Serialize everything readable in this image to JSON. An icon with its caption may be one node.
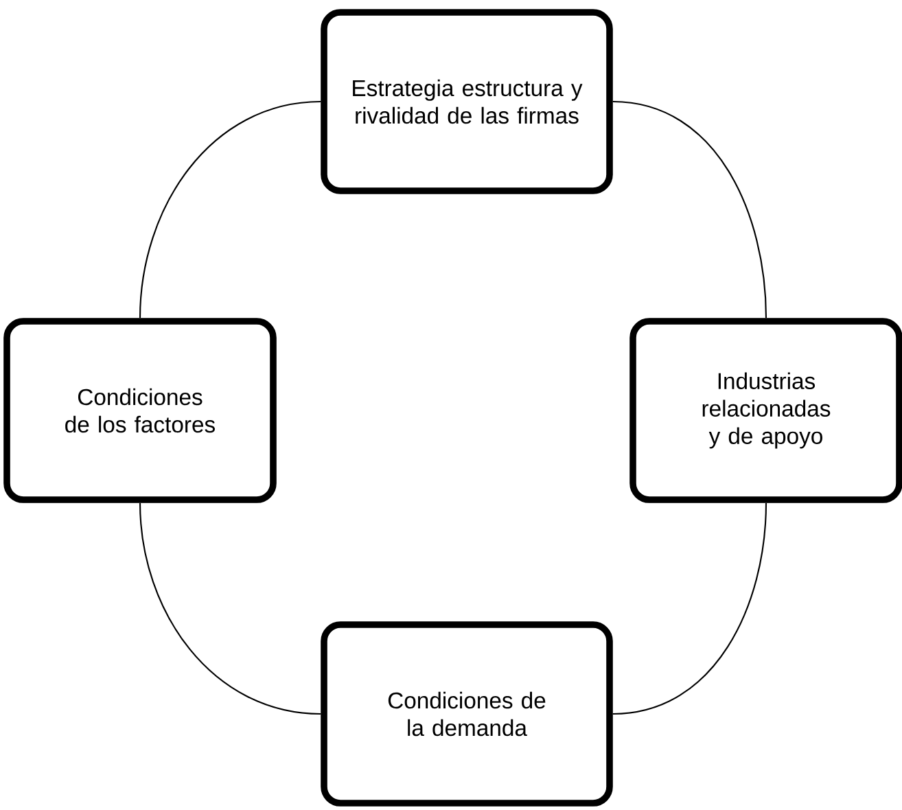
{
  "diagram": {
    "nodes": [
      {
        "text": [
          "Estrategia estructura y rivalidad de las firmas"
        ]
      },
      {
        "text": [
          "Condiciones de los factores"
        ]
      },
      {
        "text": [
          "Industrias relacionadas y de apoyo"
        ]
      },
      {
        "text": [
          "Condiciones de la demanda"
        ]
      }
    ],
    "edges": [
      {
        "from": 0,
        "to": 2,
        "arrow": "none"
      },
      {
        "from": 2,
        "to": 3,
        "arrow": "none"
      },
      {
        "from": 3,
        "to": 1,
        "arrow": "none"
      },
      {
        "from": 1,
        "to": 0,
        "arrow": "none"
      }
    ]
  }
}
